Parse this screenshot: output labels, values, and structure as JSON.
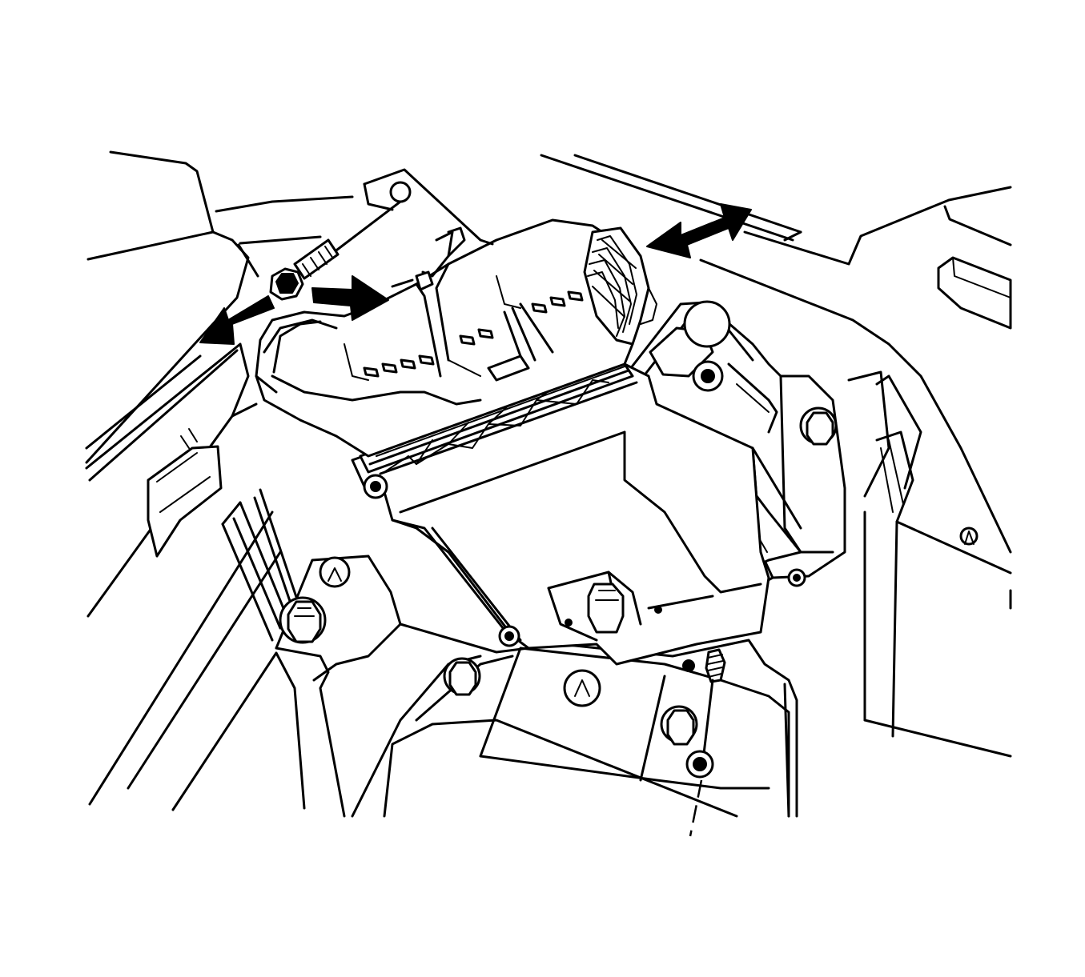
{
  "diagram": {
    "kind": "line-art service illustration",
    "stroke_color": "#000000",
    "background_color": "#ffffff",
    "components": [
      {
        "id": "control-module",
        "label": ""
      },
      {
        "id": "mounting-bracket",
        "label": ""
      },
      {
        "id": "harness-connectors",
        "label": ""
      },
      {
        "id": "retaining-bolt",
        "label": ""
      },
      {
        "id": "mounting-stud",
        "label": ""
      }
    ],
    "arrows": [
      {
        "id": "remove-arrow-left",
        "direction": "down-left"
      },
      {
        "id": "rotate-arrow",
        "direction": "right"
      },
      {
        "id": "slide-arrow",
        "direction": "double-headed"
      }
    ]
  }
}
